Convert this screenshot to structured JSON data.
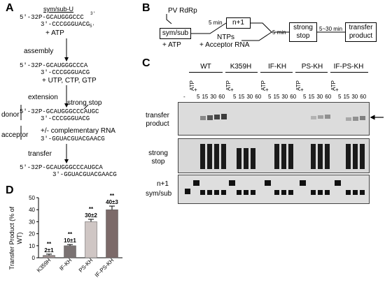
{
  "panelA": {
    "letter": "A",
    "header": "sym/sub-U",
    "s1_top": "5'-32P-GCAUGGGCCC",
    "s1_top_end": "3'",
    "s1_bot": "3'-CCCGGGUACG",
    "s1_bot_end": "5'",
    "plus_atp": "+ ATP",
    "assembly": "assembly",
    "s2_top": "5'-32P-GCAUGGGCCCA",
    "s2_bot": "3'-CCCGGGUACG",
    "plus_nts": "+ UTP, CTP, GTP",
    "extension": "extension",
    "strong_stop": "strong stop",
    "donor": "donor",
    "s3_top": "5'-32P-GCAUGGGCCCAUGC",
    "s3_bot": "3'-CCCGGGUACG",
    "acceptor": "acceptor",
    "compl_rna": "+/- complementary RNA",
    "acc_seq": "3'-GGUACGUACGAACG",
    "transfer": "transfer",
    "s4_top": "5'-32P-GCAUGGGCCCAUGCA",
    "s4_bot": "3'-GGUACGUACGAACG"
  },
  "panelB": {
    "letter": "B",
    "pv_rdrp": "PV RdRp",
    "sym_sub": "sym/sub",
    "plus_atp": "+ ATP",
    "t1": "5 min",
    "n1": "n+1",
    "ntps": "NTPs",
    "acceptor_rna": "+ Acceptor RNA",
    "t2": "5 min",
    "strong_stop": "strong stop",
    "t3": "5~30 min",
    "transfer_product": "transfer product"
  },
  "panelC": {
    "letter": "C",
    "groups": [
      "WT",
      "K359H",
      "IF-KH",
      "PS-KH",
      "IF-PS-KH"
    ],
    "atp": "ATP",
    "minus": "-",
    "plus": "+",
    "times": [
      "5",
      "15",
      "30",
      "60"
    ],
    "row_transfer": "transfer product",
    "row_strong": "strong stop",
    "row_n1": "n+1",
    "row_symsub": "sym/sub"
  },
  "panelD": {
    "letter": "D",
    "ylabel": "Transfer Product (% of WT)",
    "sig": "**"
  },
  "chart_data": {
    "type": "bar",
    "categories": [
      "K359H",
      "IF-KH",
      "PS-KH",
      "IF-PS-KH"
    ],
    "values": [
      2,
      10,
      30,
      40
    ],
    "errors": [
      1,
      1,
      2,
      3
    ],
    "labels": [
      "2±1",
      "10±1",
      "30±2",
      "40±3"
    ],
    "ylabel": "Transfer Product (% of WT)",
    "ylim": [
      0,
      50
    ],
    "yticks": [
      0,
      10,
      20,
      30,
      40,
      50
    ],
    "colors": [
      "#9b8f8e",
      "#7a7272",
      "#cfc6c4",
      "#7c6a69"
    ],
    "grid": false
  }
}
